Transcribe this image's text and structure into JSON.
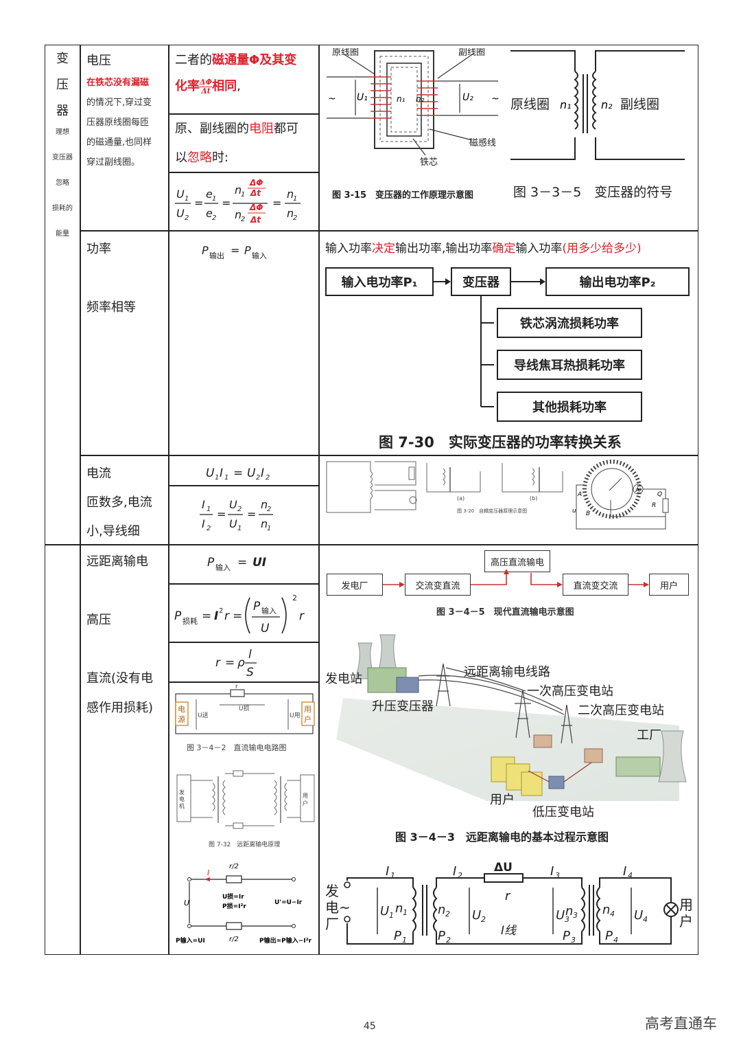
{
  "section_a": {
    "category_chars": [
      "变",
      "压",
      "器"
    ],
    "category_notes": [
      "理想",
      "变压器",
      "忽略",
      "损耗的",
      "能量"
    ],
    "voltage": {
      "label": "电压",
      "note_red": "在铁芯没有漏磁",
      "note_rest": [
        "的情况下,穿过变",
        "压器原线圈每匝",
        "的磁通量,也同样",
        "穿过副线圈。"
      ],
      "text1_prefix": "二者的",
      "text1_red": "磁通量Φ及其变",
      "text1_red2": "化率",
      "text1_red3": "相同",
      "text1_suffix": ",",
      "text2_a": "原、副线圈的",
      "text2_red": "电阻",
      "text2_b": "都可",
      "text2_c": "以",
      "text2_red2": "忽略",
      "text2_d": "时:"
    },
    "power": {
      "label": "功率",
      "label2": "频率相等",
      "formula": "P输出 = P输入"
    },
    "current": {
      "label": "电流",
      "label2": "匝数多,电流",
      "label3": "小,导线细",
      "formula1": "U1I1 = U2I2"
    }
  },
  "section_b": {
    "labels": [
      "远距离输电",
      "高压",
      "直流(没有电",
      "感作用损耗)"
    ],
    "formula_input": "P输入 = UI"
  },
  "figures": {
    "transformer_principle": {
      "caption": "图 3-15　变压器的工作原理示意图",
      "labels": {
        "primary": "原线圈",
        "secondary": "副线圈",
        "flux": "磁感线",
        "core": "铁芯",
        "u1": "U₁",
        "u2": "U₂",
        "n1": "n₁",
        "n2": "n₂",
        "tilde": "~"
      }
    },
    "transformer_symbol": {
      "caption": "图 3－3－5　变压器的符号",
      "primary": "原线圈",
      "secondary": "副线圈",
      "n1": "n₁",
      "n2": "n₂"
    },
    "power_flow": {
      "intro_a": "输入功率",
      "intro_red1": "决定",
      "intro_b": "输出功率,输出功率",
      "intro_red2": "确定",
      "intro_c": "输入功率",
      "intro_red3": "(用多少给多少)",
      "box_input": "输入电功率P₁",
      "box_transformer": "变压器",
      "box_output": "输出电功率P₂",
      "loss1": "铁芯涡流损耗功率",
      "loss2": "导线焦耳热损耗功率",
      "loss3": "其他损耗功率",
      "caption": "图 7-30　实际变压器的功率转换关系"
    },
    "auto_transformer": {
      "caption": "图 3-20　自耦变压器原理示意图",
      "a": "(a)",
      "b": "(b)"
    },
    "hvdc": {
      "boxes": [
        "发电厂",
        "交流变直流",
        "高压直流输电",
        "直流变交流",
        "用户"
      ],
      "caption": "图 3－4－5　现代直流输电示意图"
    },
    "transmission_scene": {
      "labels": [
        "发电站",
        "升压变压器",
        "远距离输电线路",
        "一次高压变电站",
        "二次高压变电站",
        "工厂",
        "用户",
        "低压变电站"
      ],
      "caption": "图 3－4－3　远距离输电的基本过程示意图"
    },
    "dc_circuit": {
      "caption": "图 3－4－2　直流输电电路图",
      "source": "电源",
      "user": "用户",
      "r": "r",
      "uloss": "U损",
      "usend": "U送",
      "uuse": "U用"
    },
    "long_distance_principle": {
      "caption": "图 7-32　远距离输电原理",
      "gen": "发电机",
      "user": "用户"
    },
    "line_loss": {
      "r2": "r/2",
      "I": "I",
      "U": "U",
      "u_loss": "U损=Ir",
      "p_loss": "P损=I²r",
      "u_prime": "U'=U−Ir",
      "p_in": "P输入=UI",
      "p_out": "P输出=P输入−I²r"
    },
    "four_stage": {
      "gen": "发电厂",
      "user": "用户",
      "du": "ΔU",
      "r": "r",
      "iline": "I线"
    }
  },
  "footer": {
    "page_number": "45",
    "watermark": "高考直通车"
  }
}
